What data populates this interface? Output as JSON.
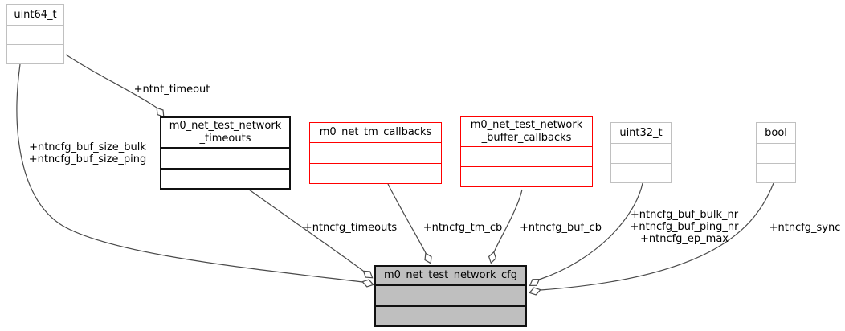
{
  "diagram": {
    "type": "uml-collaboration-diagram",
    "focus_node": "m0_net_test_network_cfg"
  },
  "colors": {
    "node_border_default": "#c0c0c0",
    "node_border_emphasis": "#111111",
    "node_border_truncated": "#ff0000",
    "node_fill": "#ffffff",
    "focus_node_fill": "#bfbfbf",
    "edge": "#4a4a4a",
    "text": "#000000"
  },
  "nodes": [
    {
      "id": "uint64_t",
      "title": "uint64_t"
    },
    {
      "id": "timeouts",
      "title": "m0_net_test_network\n_timeouts"
    },
    {
      "id": "tm_callbacks",
      "title": "m0_net_tm_callbacks"
    },
    {
      "id": "buffer_callbacks",
      "title": "m0_net_test_network\n_buffer_callbacks"
    },
    {
      "id": "uint32_t",
      "title": "uint32_t"
    },
    {
      "id": "bool",
      "title": "bool"
    },
    {
      "id": "cfg",
      "title": "m0_net_test_network_cfg"
    }
  ],
  "edge_labels": {
    "ntnt_timeout": "+ntnt_timeout",
    "buf_size": "+ntncfg_buf_size_bulk\n+ntncfg_buf_size_ping",
    "timeouts": "+ntncfg_timeouts",
    "tm_cb": "+ntncfg_tm_cb",
    "buf_cb": "+ntncfg_buf_cb",
    "buf_nr": "+ntncfg_buf_bulk_nr\n+ntncfg_buf_ping_nr\n+ntncfg_ep_max",
    "sync": "+ntncfg_sync"
  }
}
